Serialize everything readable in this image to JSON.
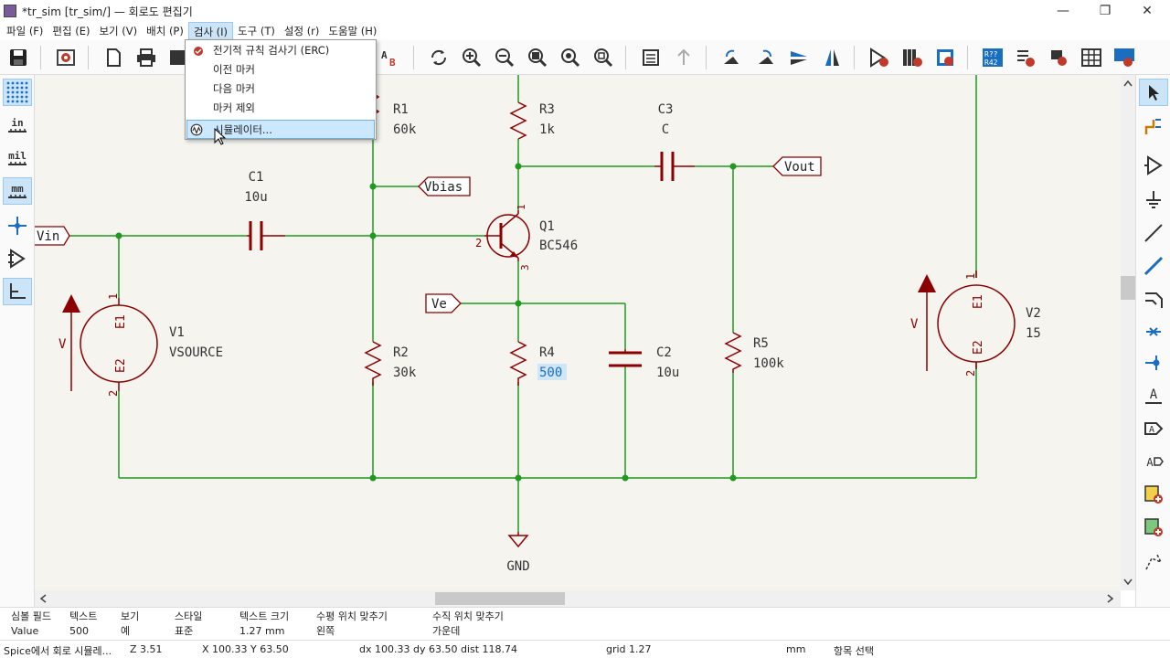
{
  "window": {
    "title": "*tr_sim [tr_sim/] — 회로도 편집기",
    "minimize": "—",
    "restore": "❐",
    "close": "✕"
  },
  "menubar": {
    "items": [
      {
        "label": "파일 (F)"
      },
      {
        "label": "편집 (E)"
      },
      {
        "label": "보기 (V)"
      },
      {
        "label": "배치 (P)"
      },
      {
        "label": "검사 (I)"
      },
      {
        "label": "도구 (T)"
      },
      {
        "label": "설정 (r)"
      },
      {
        "label": "도움말 (H)"
      }
    ]
  },
  "inspect_menu": {
    "items": [
      {
        "label": "전기적 규칙 검사기 (ERC)"
      },
      {
        "label": "이전 마커"
      },
      {
        "label": "다음 마커"
      },
      {
        "label": "마커 제외"
      },
      {
        "label": "시뮬레이터..."
      }
    ]
  },
  "left_toolbar": {
    "items": [
      {
        "name": "grid-icon"
      },
      {
        "name": "inch-units",
        "label": "in"
      },
      {
        "name": "mil-units",
        "label": "mil"
      },
      {
        "name": "mm-units",
        "label": "mm"
      },
      {
        "name": "cursor-cross-icon"
      },
      {
        "name": "hierarchy-nav-icon"
      },
      {
        "name": "axis-icon"
      }
    ]
  },
  "schematic": {
    "r1": {
      "ref": "R1",
      "value": "60k"
    },
    "r2": {
      "ref": "R2",
      "value": "30k"
    },
    "r3": {
      "ref": "R3",
      "value": "1k"
    },
    "r4": {
      "ref": "R4",
      "value": "500"
    },
    "r5": {
      "ref": "R5",
      "value": "100k"
    },
    "c1": {
      "ref": "C1",
      "value": "10u"
    },
    "c2": {
      "ref": "C2",
      "value": "10u"
    },
    "c3": {
      "ref": "C3",
      "value": "C"
    },
    "q1": {
      "ref": "Q1",
      "value": "BC546",
      "pin1": "1",
      "pin2": "2",
      "pin3": "3"
    },
    "v1": {
      "ref": "V1",
      "value": "VSOURCE",
      "e1": "E1",
      "e2": "E2",
      "v": "V",
      "pin1": "1",
      "pin2": "2"
    },
    "v2": {
      "ref": "V2",
      "value": "15",
      "e1": "E1",
      "e2": "E2",
      "v": "V",
      "pin1": "1",
      "pin2": "2"
    },
    "labels": {
      "vin": "Vin",
      "vbias": "Vbias",
      "vout": "Vout",
      "ve": "Ve",
      "gnd": "GND"
    },
    "colors": {
      "wire": "#1f9a1f",
      "component": "#8b0000",
      "text": "#333333",
      "label_border": "#8b0000",
      "background": "#f5f4ef"
    }
  },
  "properties": {
    "headers": [
      "심볼 필드",
      "텍스트",
      "보기",
      "스타일",
      "텍스트 크기",
      "수평 위치 맞추기",
      "수직 위치 맞추기"
    ],
    "values": [
      "Value",
      "500",
      "예",
      "표준",
      "1.27 mm",
      "왼쪽",
      "가운데"
    ]
  },
  "statusbar": {
    "message": "Spice에서 회로 시뮬레...",
    "zoom": "Z 3.51",
    "coords": "X 100.33  Y 63.50",
    "delta": "dx 100.33  dy 63.50  dist 118.74",
    "grid": "grid 1.27",
    "units": "mm",
    "mode": "항목 선택"
  }
}
